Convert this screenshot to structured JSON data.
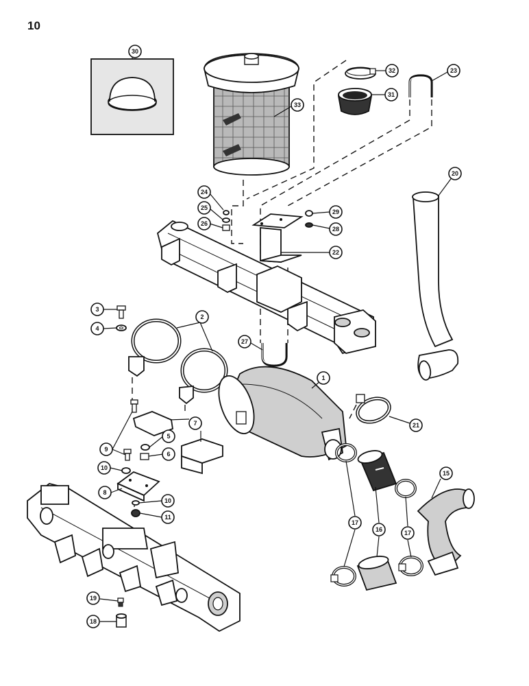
{
  "page_number": "10",
  "callouts": [
    {
      "id": "c30",
      "label": "30"
    },
    {
      "id": "c32",
      "label": "32"
    },
    {
      "id": "c31",
      "label": "31"
    },
    {
      "id": "c23",
      "label": "23"
    },
    {
      "id": "c33",
      "label": "33"
    },
    {
      "id": "c20",
      "label": "20"
    },
    {
      "id": "c24",
      "label": "24"
    },
    {
      "id": "c25",
      "label": "25"
    },
    {
      "id": "c26",
      "label": "26"
    },
    {
      "id": "c29",
      "label": "29"
    },
    {
      "id": "c28",
      "label": "28"
    },
    {
      "id": "c22",
      "label": "22"
    },
    {
      "id": "c3",
      "label": "3"
    },
    {
      "id": "c2",
      "label": "2"
    },
    {
      "id": "c4",
      "label": "4"
    },
    {
      "id": "c27",
      "label": "27"
    },
    {
      "id": "c1",
      "label": "1"
    },
    {
      "id": "c21",
      "label": "21"
    },
    {
      "id": "c7",
      "label": "7"
    },
    {
      "id": "c9",
      "label": "9"
    },
    {
      "id": "c5",
      "label": "5"
    },
    {
      "id": "c6",
      "label": "6"
    },
    {
      "id": "c10a",
      "label": "10"
    },
    {
      "id": "c8",
      "label": "8"
    },
    {
      "id": "c10b",
      "label": "10"
    },
    {
      "id": "c11",
      "label": "11"
    },
    {
      "id": "c15",
      "label": "15"
    },
    {
      "id": "c17a",
      "label": "17"
    },
    {
      "id": "c16",
      "label": "16"
    },
    {
      "id": "c17b",
      "label": "17"
    },
    {
      "id": "c19",
      "label": "19"
    },
    {
      "id": "c18",
      "label": "18"
    }
  ]
}
